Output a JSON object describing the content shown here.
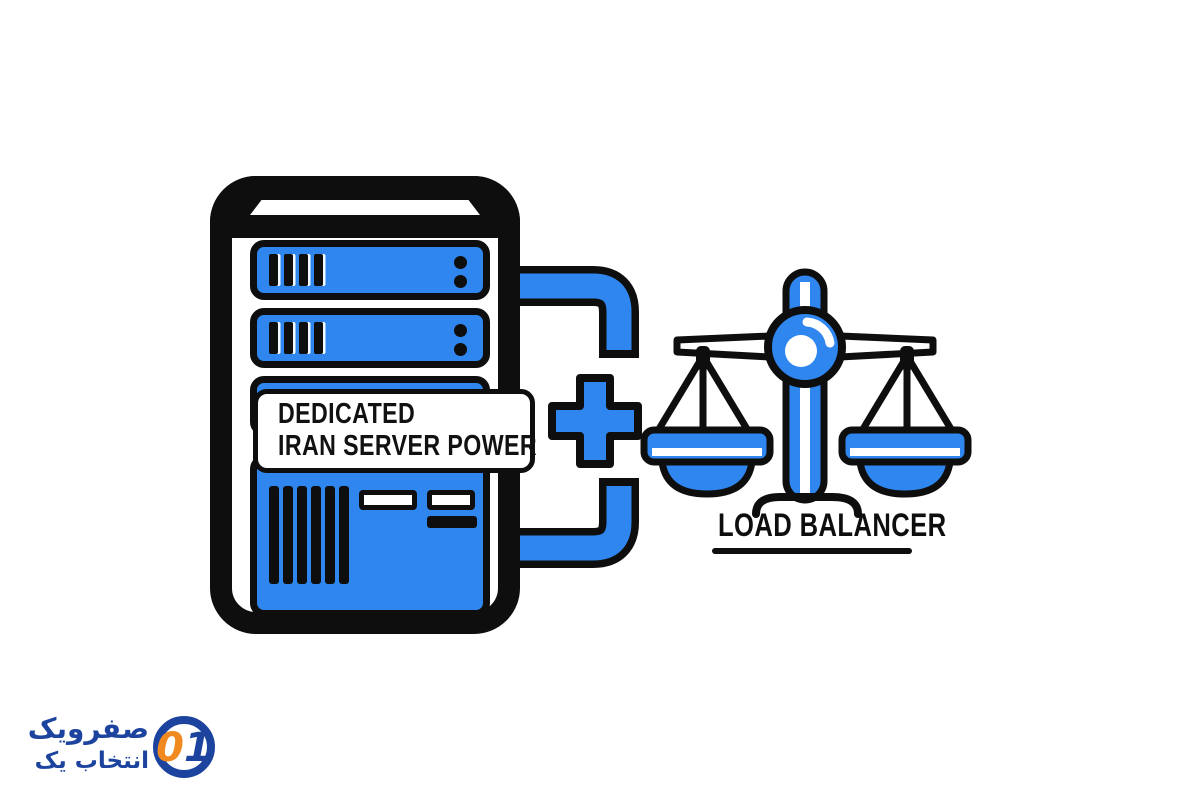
{
  "canvas": {
    "background": "#ffffff"
  },
  "colors": {
    "primary_blue": "#2E86EE",
    "outline_black": "#0e0e0e",
    "logo_blue": "#1C449E",
    "logo_orange": "#F08A20"
  },
  "icons": {
    "server-tower-icon": "dedicated-server illustration",
    "plus-icon": "+",
    "balance-scale-icon": "load-balancer scales illustration",
    "pipe-connector-icon": "elbow pipes from server"
  },
  "server": {
    "badge_line1": "DEDICATED",
    "badge_line2": "IRAN SERVER POWER"
  },
  "load_balancer": {
    "caption": "LOAD BALANCER"
  },
  "brand": {
    "zero": "0",
    "one": "1",
    "name_fa": "صفرویک",
    "tagline_fa": "انتخاب یک"
  }
}
